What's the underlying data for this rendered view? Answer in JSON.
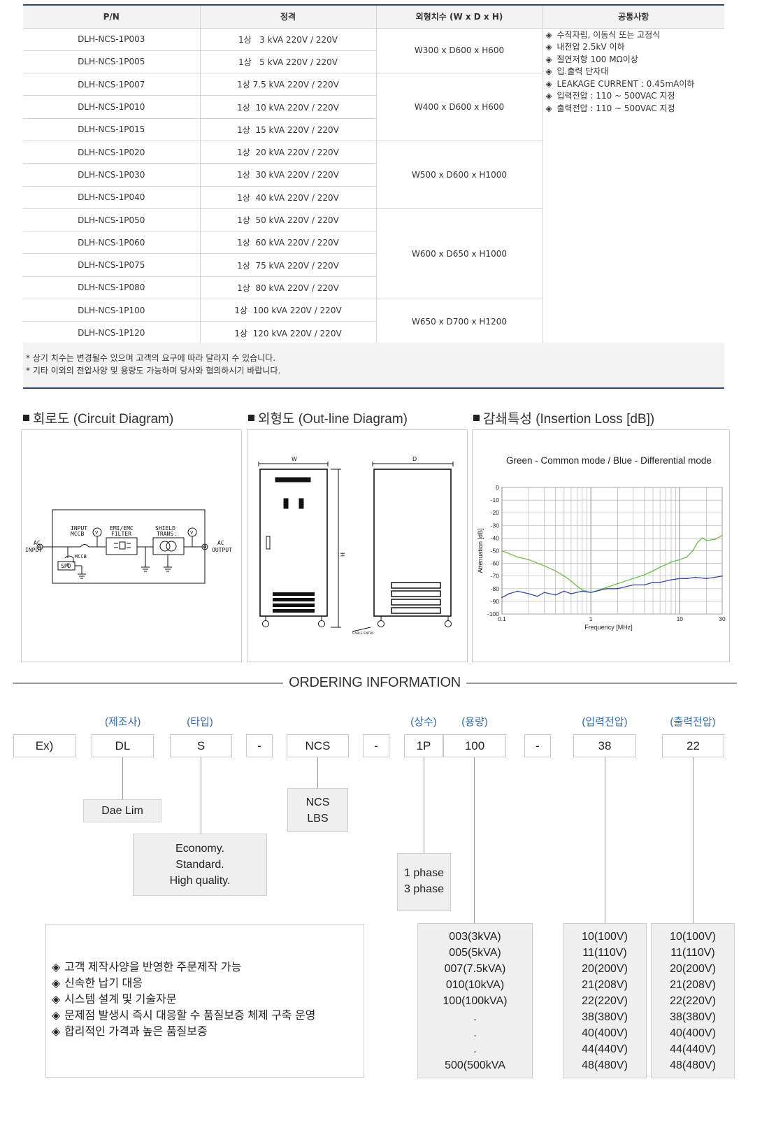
{
  "spec_table": {
    "headers": [
      "P/N",
      "정격",
      "외형치수 (W x D x H)",
      "공통사항"
    ],
    "rows": [
      {
        "pn": "DLH-NCS-1P003",
        "rating": "1상   3 kVA 220V / 220V"
      },
      {
        "pn": "DLH-NCS-1P005",
        "rating": "1상   5 kVA 220V / 220V"
      },
      {
        "pn": "DLH-NCS-1P007",
        "rating": "1상 7.5 kVA 220V / 220V"
      },
      {
        "pn": "DLH-NCS-1P010",
        "rating": "1상  10 kVA 220V / 220V"
      },
      {
        "pn": "DLH-NCS-1P015",
        "rating": "1상  15 kVA 220V / 220V"
      },
      {
        "pn": "DLH-NCS-1P020",
        "rating": "1상  20 kVA 220V / 220V"
      },
      {
        "pn": "DLH-NCS-1P030",
        "rating": "1상  30 kVA 220V / 220V"
      },
      {
        "pn": "DLH-NCS-1P040",
        "rating": "1상  40 kVA 220V / 220V"
      },
      {
        "pn": "DLH-NCS-1P050",
        "rating": "1상  50 kVA 220V / 220V"
      },
      {
        "pn": "DLH-NCS-1P060",
        "rating": "1상  60 kVA 220V / 220V"
      },
      {
        "pn": "DLH-NCS-1P075",
        "rating": "1상  75 kVA 220V / 220V"
      },
      {
        "pn": "DLH-NCS-1P080",
        "rating": "1상  80 kVA 220V / 220V"
      },
      {
        "pn": "DLH-NCS-1P100",
        "rating": "1상  100 kVA 220V / 220V"
      },
      {
        "pn": "DLH-NCS-1P120",
        "rating": "1상  120 kVA 220V / 220V"
      }
    ],
    "dimensions": [
      {
        "text": "W300 x D600 x H600",
        "rows": 2
      },
      {
        "text": "W400 x D600 x H600",
        "rows": 3
      },
      {
        "text": "W500 x D600 x H1000",
        "rows": 3
      },
      {
        "text": "W600 x D650 x H1000",
        "rows": 4
      },
      {
        "text": "W650 x D700 x H1200",
        "rows": 2
      }
    ],
    "common_notes": [
      "수직자립, 이동식 또는 고정식",
      "내전압 2.5kV 이하",
      "절연저항 100 MΩ이상",
      "입.출력 단자대",
      "LEAKAGE CURRENT : 0.45mA이하",
      "입력전압 : 110 ~ 500VAC 지정",
      "출력전압 : 110 ~ 500VAC 지정"
    ],
    "bullet_symbol": "◈"
  },
  "footnotes": [
    "* 상기 치수는 변경될수 있으며 고객의 요구에  따라 달라지 수 있습니다.",
    "* 기타 이외의 전압사양 및 용량도 가능하며 당사와 협의하시기 바랍니다."
  ],
  "sections": {
    "circuit": "회로도 (Circuit Diagram)",
    "outline": "외형도 (Out-line Diagram)",
    "insertion": "감쇄특성 (Insertion Loss [dB])"
  },
  "circuit_labels": {
    "ac_input": [
      "AC",
      "INPUT"
    ],
    "ac_output": [
      "AC",
      "OUTPUT"
    ],
    "input_mccb": [
      "INPUT",
      "MCCB"
    ],
    "emi_filter": [
      "EMI/EMC",
      "FILTER"
    ],
    "shield_trans": [
      "SHIELD",
      "TRANS."
    ],
    "mccb": "MCCB",
    "spd": "SPD",
    "meter": "V"
  },
  "outline_labels": {
    "width": "W",
    "depth": "D",
    "height": "H",
    "cable_entry": "CABLE ENTRY"
  },
  "chart_data": {
    "type": "line",
    "title": "Green - Common mode / Blue - Differential mode",
    "xlabel": "Frequency [MHz]",
    "ylabel": "Attenuation [dB]",
    "x_scale": "log",
    "xlim": [
      0.1,
      30
    ],
    "ylim": [
      -100,
      0
    ],
    "xticks": [
      {
        "v": 0.1,
        "label": "0.1"
      },
      {
        "v": 1,
        "label": "1"
      },
      {
        "v": 10,
        "label": "10"
      },
      {
        "v": 30,
        "label": "30"
      }
    ],
    "yticks": [
      0,
      -10,
      -20,
      -30,
      -40,
      -50,
      -60,
      -70,
      -80,
      -90,
      -100
    ],
    "grid": true,
    "series": [
      {
        "name": "Common mode",
        "color": "#6fbf4a",
        "x": [
          0.1,
          0.15,
          0.2,
          0.3,
          0.4,
          0.5,
          0.6,
          0.7,
          0.8,
          1,
          1.5,
          2,
          3,
          4,
          5,
          6,
          7,
          8,
          10,
          12,
          14,
          16,
          18,
          20,
          25,
          30
        ],
        "y": [
          -50,
          -55,
          -57,
          -62,
          -66,
          -70,
          -74,
          -78,
          -81,
          -83,
          -79,
          -76,
          -72,
          -69,
          -66,
          -63,
          -61,
          -59,
          -57,
          -55,
          -50,
          -43,
          -40,
          -42,
          -41,
          -38
        ]
      },
      {
        "name": "Differential mode",
        "color": "#3d4ba8",
        "x": [
          0.1,
          0.12,
          0.15,
          0.2,
          0.25,
          0.3,
          0.4,
          0.5,
          0.6,
          0.8,
          1,
          1.5,
          2,
          3,
          4,
          5,
          6,
          8,
          10,
          12,
          15,
          20,
          25,
          30
        ],
        "y": [
          -87,
          -84,
          -82,
          -84,
          -86,
          -83,
          -85,
          -82,
          -84,
          -82,
          -83,
          -80,
          -80,
          -77,
          -77,
          -75,
          -75,
          -73,
          -72,
          -72,
          -71,
          -72,
          -71,
          -70
        ]
      }
    ]
  },
  "ordering": {
    "title": "ORDERING INFORMATION",
    "categories": {
      "maker": "(제조사)",
      "type": "(타입)",
      "phase": "(상수)",
      "capacity": "(용량)",
      "input_voltage": "(입력전압)",
      "output_voltage": "(출력전압)"
    },
    "codes": {
      "ex": "Ex)",
      "maker": "DL",
      "type": "S",
      "dash": "-",
      "series": "NCS",
      "phase": "1P",
      "capacity": "100",
      "input_voltage": "38",
      "output_voltage": "22"
    },
    "maker_options": [
      "Dae Lim"
    ],
    "series_options": [
      "NCS",
      "LBS"
    ],
    "type_options": [
      "Economy.",
      "Standard.",
      "High quality."
    ],
    "phase_options": [
      "1 phase",
      "3 phase"
    ],
    "capacity_options": [
      "003(3kVA)",
      "005(5kVA)",
      "007(7.5kVA)",
      "010(10kVA)",
      "100(100kVA)",
      ".",
      ".",
      ".",
      "500(500kVA"
    ],
    "input_voltage_options": [
      "10(100V)",
      "11(110V)",
      "20(200V)",
      "21(208V)",
      "22(220V)",
      "38(380V)",
      "40(400V)",
      "44(440V)",
      "48(480V)"
    ],
    "output_voltage_options": [
      "10(100V)",
      "11(110V)",
      "20(200V)",
      "21(208V)",
      "22(220V)",
      "38(380V)",
      "40(400V)",
      "44(440V)",
      "48(480V)"
    ],
    "features": [
      "고객 제작사양을 반영한 주문제작 가능",
      "신속한 납기 대응",
      "시스템 설계 및 기술자문",
      "문제점 발생시 즉시 대응할 수 품질보증 체제 구축 운영",
      "합리적인 가격과 높은 품질보증"
    ],
    "bullet_symbol": "◈"
  },
  "colors": {
    "accent_line": "#2b4a72",
    "category_blue": "#2f6db5",
    "common_mode": "#6fbf4a",
    "differential_mode": "#3d4ba8"
  }
}
